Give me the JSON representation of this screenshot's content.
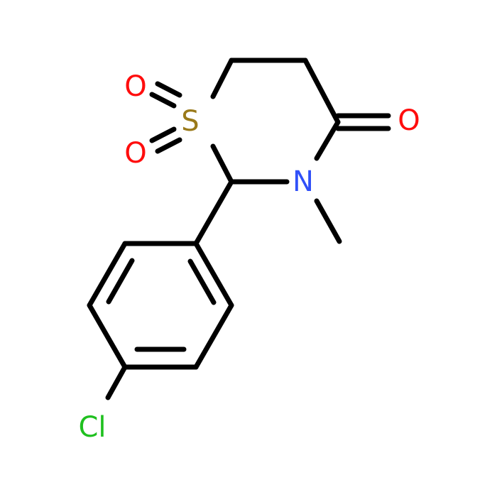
{
  "molecule": {
    "atoms": {
      "sulfur": {
        "symbol": "S"
      },
      "sulfonyl_oxygen_top": {
        "symbol": "O"
      },
      "sulfonyl_oxygen_bottom": {
        "symbol": "O"
      },
      "nitrogen": {
        "symbol": "N"
      },
      "carbonyl_oxygen": {
        "symbol": "O"
      },
      "chlorine": {
        "symbol": "Cl"
      }
    }
  },
  "colors": {
    "bond": "#000000",
    "sulfur": "#9a7a1a",
    "oxygen": "#ff0d0d",
    "nitrogen": "#3050f8",
    "chlorine": "#1fc01f"
  }
}
